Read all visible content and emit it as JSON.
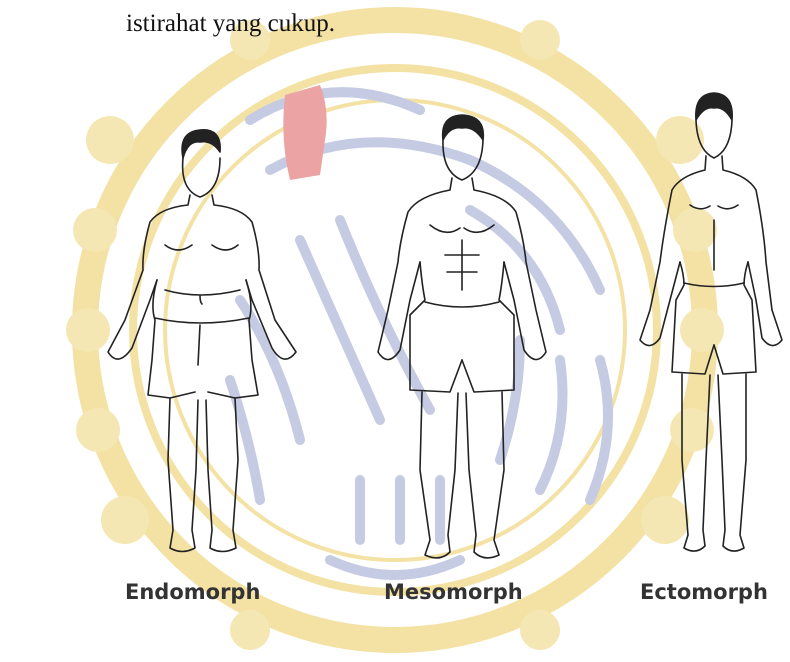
{
  "body_text": "istirahat yang cukup.",
  "figure": {
    "labels": {
      "endomorph": "Endomorph",
      "mesomorph": "Mesomorph",
      "ectomorph": "Ectomorph"
    }
  },
  "colors": {
    "watermark_gold": "#f3e2a4",
    "watermark_blue": "#c5cbe3",
    "watermark_red": "#e9a1a1",
    "line_art": "#222222",
    "caption_text": "#333333"
  }
}
